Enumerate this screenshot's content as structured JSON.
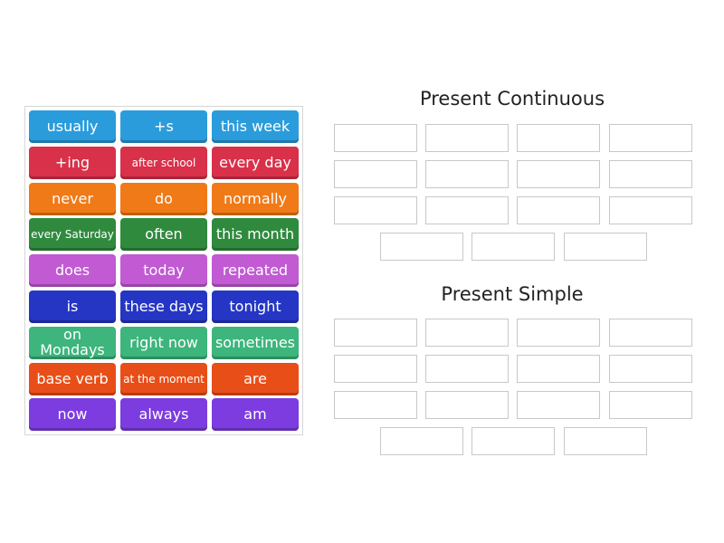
{
  "tiles": [
    {
      "label": "usually",
      "color": "#2a9cdc"
    },
    {
      "label": "+s",
      "color": "#2a9cdc"
    },
    {
      "label": "this week",
      "color": "#2a9cdc"
    },
    {
      "label": "+ing",
      "color": "#d9314a"
    },
    {
      "label": "after school",
      "color": "#d9314a"
    },
    {
      "label": "every day",
      "color": "#d9314a"
    },
    {
      "label": "never",
      "color": "#f07a18"
    },
    {
      "label": "do",
      "color": "#f07a18"
    },
    {
      "label": "normally",
      "color": "#f07a18"
    },
    {
      "label": "every Saturday",
      "color": "#2f8a3e"
    },
    {
      "label": "often",
      "color": "#2f8a3e"
    },
    {
      "label": "this month",
      "color": "#2f8a3e"
    },
    {
      "label": "does",
      "color": "#c15ad3"
    },
    {
      "label": "today",
      "color": "#c15ad3"
    },
    {
      "label": "repeated",
      "color": "#c15ad3"
    },
    {
      "label": "is",
      "color": "#2536c4"
    },
    {
      "label": "these days",
      "color": "#2536c4"
    },
    {
      "label": "tonight",
      "color": "#2536c4"
    },
    {
      "label": "on Mondays",
      "color": "#3db57c"
    },
    {
      "label": "right now",
      "color": "#3db57c"
    },
    {
      "label": "sometimes",
      "color": "#3db57c"
    },
    {
      "label": "base verb",
      "color": "#e84e17"
    },
    {
      "label": "at the moment",
      "color": "#e84e17"
    },
    {
      "label": "are",
      "color": "#e84e17"
    },
    {
      "label": "now",
      "color": "#7c3ce0"
    },
    {
      "label": "always",
      "color": "#7c3ce0"
    },
    {
      "label": "am",
      "color": "#7c3ce0"
    }
  ],
  "groups": [
    {
      "title": "Present Continuous",
      "slot_count": 15
    },
    {
      "title": "Present Simple",
      "slot_count": 15
    }
  ]
}
